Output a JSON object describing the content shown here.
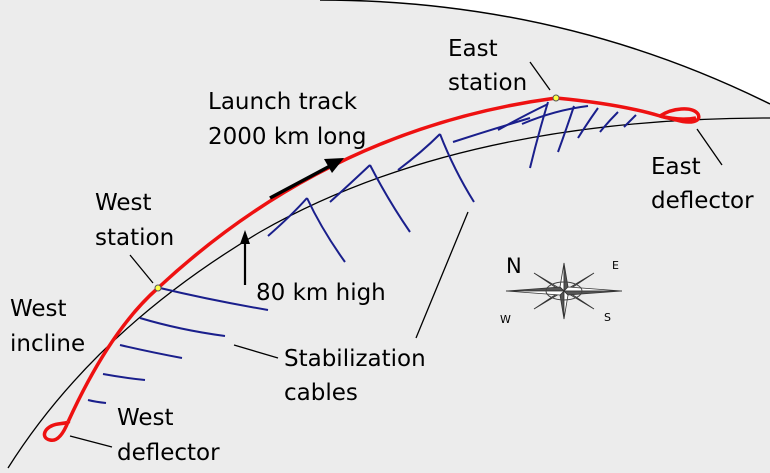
{
  "colors": {
    "track": "#ee1111",
    "cables": "#1a1f8c",
    "planet": "#ececec",
    "station": "#ffff44",
    "ink": "#000000"
  },
  "labels": {
    "east_station": [
      "East",
      "station"
    ],
    "launch_track": [
      "Launch track",
      "2000 km long"
    ],
    "west_station": [
      "West",
      "station"
    ],
    "height": "80 km high",
    "west_incline": [
      "West",
      "incline"
    ],
    "stabilization": [
      "Stabilization",
      "cables"
    ],
    "west_deflector": [
      "West",
      "deflector"
    ],
    "east_deflector": [
      "East",
      "deflector"
    ]
  },
  "compass": {
    "north": "N",
    "east": "E",
    "south": "S",
    "west": "W"
  },
  "icons": [
    "compass-rose-icon",
    "direction-arrow-icon",
    "height-arrow-icon"
  ]
}
